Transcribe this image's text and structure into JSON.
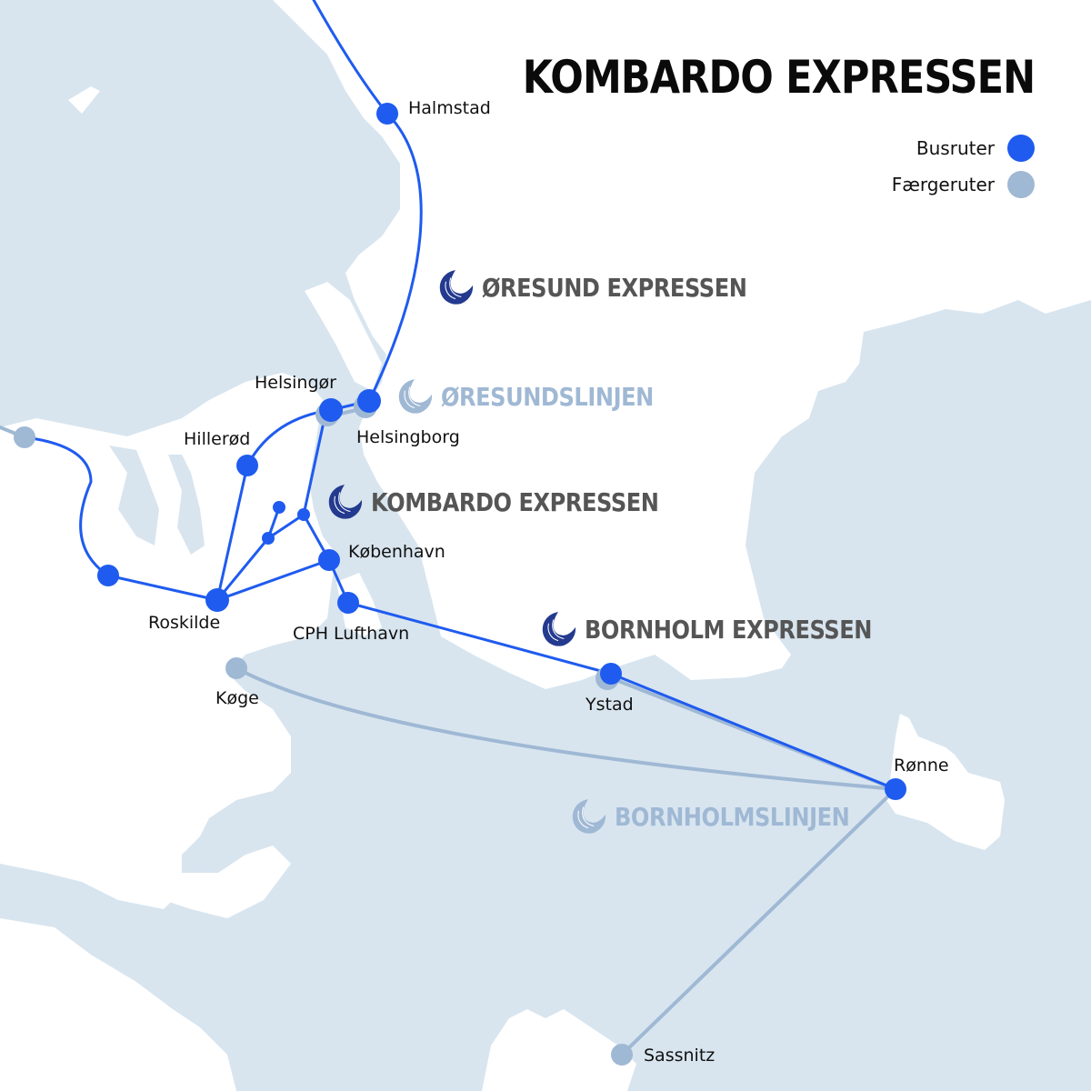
{
  "header": {
    "title": "KOMBARDO EXPRESSEN"
  },
  "legend": {
    "items": [
      {
        "label": "Busruter",
        "color": "#1f5bef"
      },
      {
        "label": "Færgeruter",
        "color": "#9fb8d4"
      }
    ]
  },
  "colors": {
    "sea": "#d8e5ef",
    "land": "#ffffff",
    "bus": "#1f5bef",
    "ferry": "#9fb8d4",
    "brand_dark": "#555555",
    "brand_light": "#9fb8d4",
    "logo_dark": "#233a8f"
  },
  "brands": [
    {
      "name": "ØRESUND EXPRESSEN",
      "type": "bus"
    },
    {
      "name": "ØRESUNDSLINJEN",
      "type": "ferry"
    },
    {
      "name": "KOMBARDO EXPRESSEN",
      "type": "bus"
    },
    {
      "name": "BORNHOLM EXPRESSEN",
      "type": "bus"
    },
    {
      "name": "BORNHOLMSLINJEN",
      "type": "ferry"
    }
  ],
  "cities": {
    "halmstad": "Halmstad",
    "helsingor": "Helsingør",
    "helsingborg": "Helsingborg",
    "hillerod": "Hillerød",
    "kobenhavn": "København",
    "roskilde": "Roskilde",
    "cph": "CPH Lufthavn",
    "koge": "Køge",
    "ystad": "Ystad",
    "ronne": "Rønne",
    "sassnitz": "Sassnitz"
  }
}
